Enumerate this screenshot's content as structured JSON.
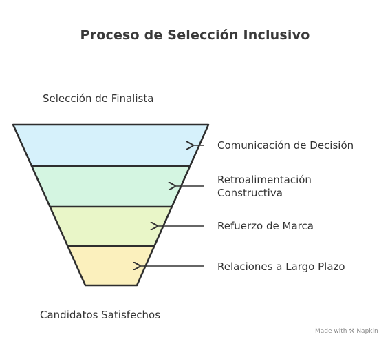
{
  "title": "Proceso de Selección Inclusivo",
  "top_label": "Selección de Finalista",
  "bottom_label": "Candidatos Satisfechos",
  "stages": [
    {
      "label_line1": "Comunicación de Decisión",
      "label_line2": "",
      "color": "#d6f1fb"
    },
    {
      "label_line1": "Retroalimentación",
      "label_line2": "Constructiva",
      "color": "#d4f5e1"
    },
    {
      "label_line1": "Refuerzo de Marca",
      "label_line2": "",
      "color": "#e9f6c8"
    },
    {
      "label_line1": "Relaciones a Largo Plazo",
      "label_line2": "",
      "color": "#fbf0bd"
    }
  ],
  "watermark": {
    "prefix": "Made with",
    "brand": "Napkin"
  }
}
